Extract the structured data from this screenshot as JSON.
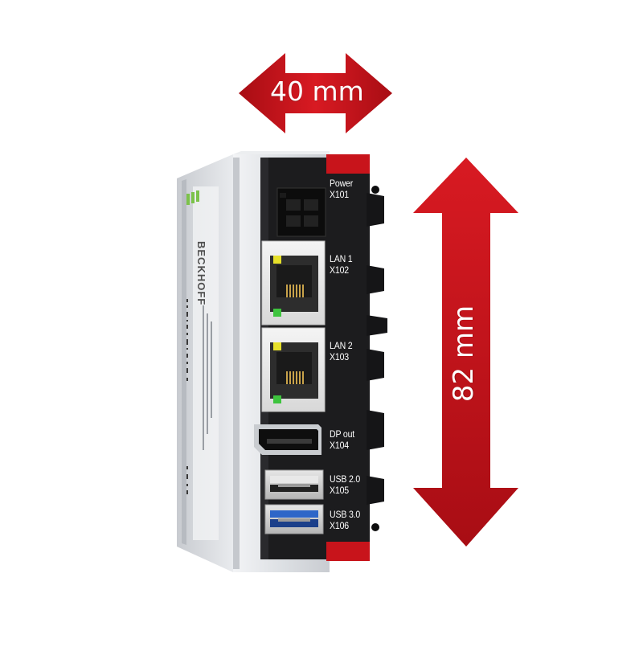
{
  "dimensions": {
    "width_label": "40 mm",
    "height_label": "82 mm"
  },
  "device": {
    "brand": "BECKHOFF",
    "ports": [
      {
        "name": "Power",
        "id": "X101"
      },
      {
        "name": "LAN 1",
        "id": "X102"
      },
      {
        "name": "LAN 2",
        "id": "X103"
      },
      {
        "name": "DP out",
        "id": "X104"
      },
      {
        "name": "USB 2.0",
        "id": "X105"
      },
      {
        "name": "USB 3.0",
        "id": "X106"
      }
    ]
  },
  "colors": {
    "arrow_red": "#c8141b",
    "front_black": "#1c1c1e",
    "housing_silver": "#d6d9dd",
    "usb3_blue": "#2e66c8",
    "led_yellow": "#e6e02a",
    "led_green": "#3ec43e",
    "label_green": "#7cc24a"
  }
}
